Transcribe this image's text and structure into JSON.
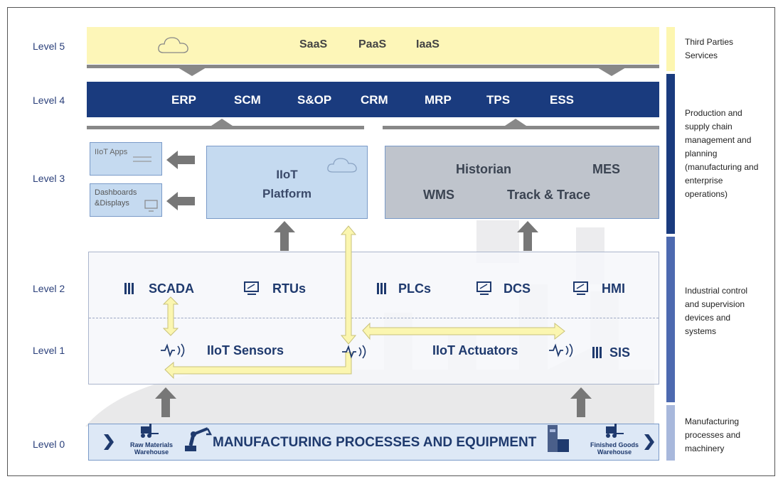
{
  "levels": {
    "l5": "Level 5",
    "l4": "Level 4",
    "l3": "Level 3",
    "l2": "Level 2",
    "l1": "Level 1",
    "l0": "Level 0"
  },
  "level5": {
    "items": [
      "SaaS",
      "PaaS",
      "IaaS"
    ]
  },
  "level4": {
    "items": [
      "ERP",
      "SCM",
      "S&OP",
      "CRM",
      "MRP",
      "TPS",
      "ESS"
    ]
  },
  "level3": {
    "iiot_apps": "IIoT Apps",
    "dashboards": "Dashboards &Displays",
    "platform_line1": "IIoT",
    "platform_line2": "Platform",
    "historian": "Historian",
    "mes": "MES",
    "wms": "WMS",
    "track_trace": "Track & Trace"
  },
  "level2": {
    "scada": "SCADA",
    "rtus": "RTUs",
    "plcs": "PLCs",
    "dcs": "DCS",
    "hmi": "HMI"
  },
  "level1": {
    "sensors": "IIoT Sensors",
    "actuators": "IIoT Actuators",
    "sis": "SIS"
  },
  "level0": {
    "title": "MANUFACTURING PROCESSES AND EQUIPMENT",
    "raw_line1": "Raw Materials",
    "raw_line2": "Warehouse",
    "finished_line1": "Finished Goods",
    "finished_line2": "Warehouse"
  },
  "sidebar": {
    "third_parties": "Third Parties Services",
    "production": "Production and supply chain management and planning (manufacturing and enterprise operations)",
    "industrial": "Industrial control and supervision devices and systems",
    "manufacturing": "Manufacturing processes and machinery"
  },
  "colors": {
    "level5_bg": "#fdf6b8",
    "level4_bg": "#1a3b7e",
    "platform_bg": "#c5daf0",
    "gray_box_bg": "#bfc4cc",
    "yellow_arrow": "#fbf6b0",
    "sidebar_yellow": "#fdf6b0",
    "sidebar_navy": "#1a3b7e",
    "sidebar_blue": "#4d6ab0",
    "sidebar_light": "#a8b8dc"
  },
  "icons": {
    "cloud": "cloud-icon",
    "monitor": "monitor-icon",
    "rack": "rack-icon",
    "signal": "signal-icon",
    "forklift": "forklift-icon",
    "robot_arm": "robot-arm-icon",
    "chevron": "chevron-right-icon"
  }
}
